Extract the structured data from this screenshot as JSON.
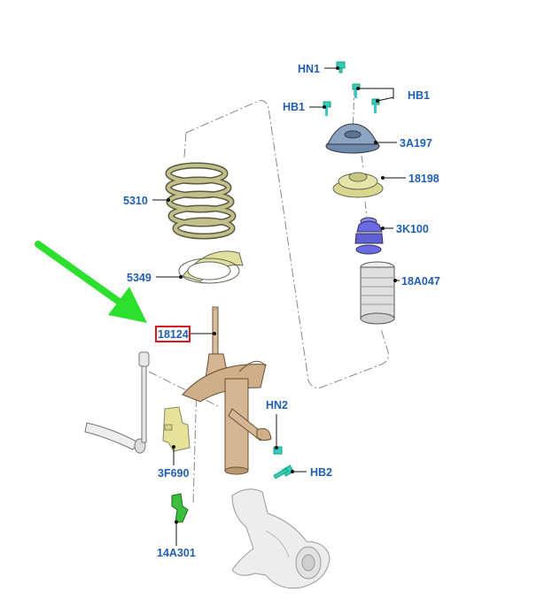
{
  "colors": {
    "label": "#1f5fb6",
    "arrow": "#2ee02e",
    "highlight_box": "#e0141e",
    "spring": "#c2bf8a",
    "strut": "#d4b594",
    "mount": "#7f9ab8",
    "seat": "#e0de9a",
    "bumper": "#6a6ae6",
    "boot": "#dcdcdc",
    "bracket_green": "#3cbf3c",
    "link_yellow": "#e6e29a",
    "bolt_cyan": "#36c9c9",
    "knuckle": "#ececec"
  },
  "parts": {
    "hn1": "HN1",
    "hb1_left": "HB1",
    "hb1_right": "HB1",
    "p3a197": "3A197",
    "p18198": "18198",
    "p3k100": "3K100",
    "p18a047": "18A047",
    "p5310": "5310",
    "p5349": "5349",
    "p18124": "18124",
    "hn2": "HN2",
    "hb2": "HB2",
    "p3f690": "3F690",
    "p14a301": "14A301"
  },
  "highlighted_part": "18124",
  "icons": {
    "pointer": "green-arrow-icon"
  }
}
